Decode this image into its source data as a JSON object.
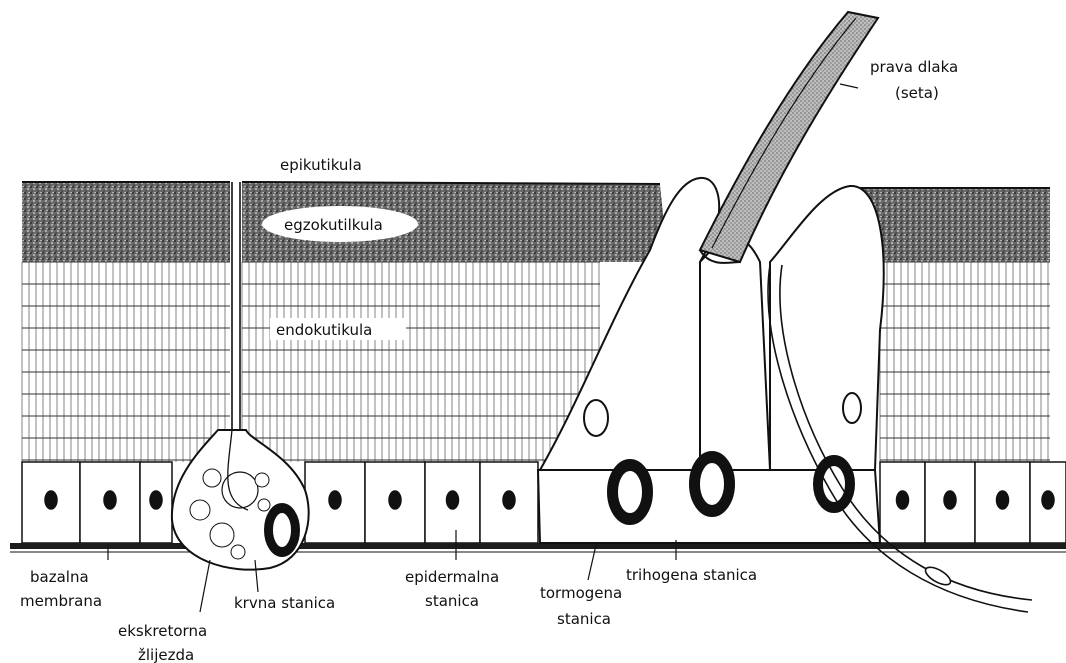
{
  "labels": {
    "seta_line1": "prava dlaka",
    "seta_line2": "(seta)",
    "epicuticle": "epikutikula",
    "exocuticle": "egzokutilkula",
    "endocuticle": "endokutikula",
    "basal_line1": "bazalna",
    "basal_line2": "membrana",
    "blood_cell": "krvna stanica",
    "gland_line1": "ekskretorna",
    "gland_line2": "žlijezda",
    "epidermal_line1": "epidermalna",
    "epidermal_line2": "stanica",
    "tormogen_line1": "tormogena",
    "tormogen_line2": "stanica",
    "trichogen": "trihogena stanica"
  },
  "colors": {
    "ink": "#111111",
    "background": "#ffffff"
  }
}
